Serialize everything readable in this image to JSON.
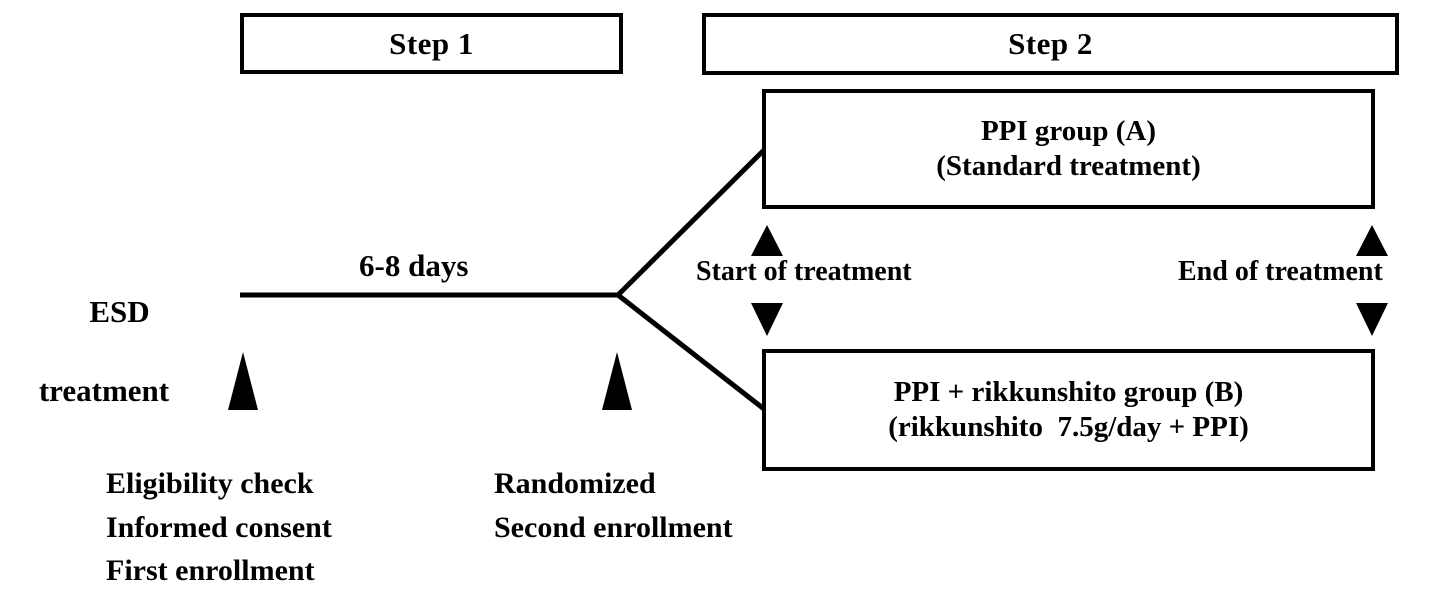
{
  "diagram": {
    "title": "ESD treatment randomized trial flow",
    "colors": {
      "line": "#000000",
      "background": "#ffffff",
      "text": "#000000"
    }
  },
  "steps": {
    "step1": {
      "label": "Step 1"
    },
    "step2": {
      "label": "Step 2"
    }
  },
  "baseline": {
    "treatment_line1": "ESD",
    "treatment_line2": "treatment",
    "duration": "6-8 days"
  },
  "arms": {
    "arm_a": {
      "line1": "PPI group (A)",
      "line2": "(Standard treatment)"
    },
    "arm_b": {
      "line1": "PPI + rikkunshito group (B)",
      "line2": "(rikkunshito  7.5g/day + PPI)"
    }
  },
  "markers": {
    "start_of_treatment": "Start of treatment",
    "end_of_treatment": "End of treatment"
  },
  "annotations": {
    "first": {
      "line1": "Eligibility check",
      "line2": "Informed consent",
      "line3": "First enrollment"
    },
    "second": {
      "line1": "Randomized",
      "line2": "Second enrollment"
    }
  }
}
